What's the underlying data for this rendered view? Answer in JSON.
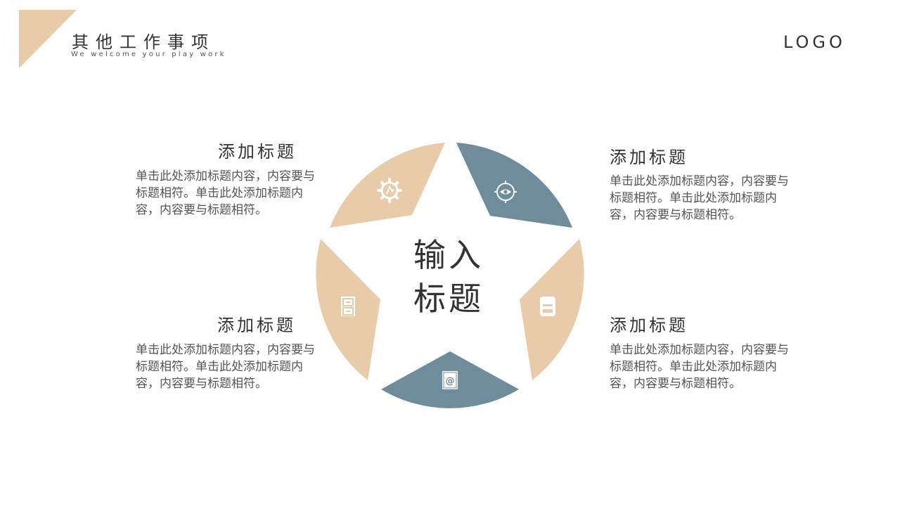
{
  "header": {
    "title": "其他工作事项",
    "subtitle": "We welcome your play  work",
    "logo": "LOGO"
  },
  "center": {
    "line1": "输入",
    "line2": "标题"
  },
  "blocks": [
    {
      "title": "添加标题",
      "text": "单击此处添加标题内容，内容要与标题相符。单击此处添加标题内容，内容要与标题相符。"
    },
    {
      "title": "添加标题",
      "text": "单击此处添加标题内容，内容要与标题相符。单击此处添加标题内容，内容要与标题相符。"
    },
    {
      "title": "添加标题",
      "text": "单击此处添加标题内容，内容要与标题相符。单击此处添加标题内容，内容要与标题相符。"
    },
    {
      "title": "添加标题",
      "text": "单击此处添加标题内容，内容要与标题相符。单击此处添加标题内容，内容要与标题相符。"
    }
  ],
  "segments": [
    {
      "icon": "gear-hand-icon",
      "color": "#E8CBA8"
    },
    {
      "icon": "eye-target-icon",
      "color": "#6E8C9A"
    },
    {
      "icon": "printer-icon",
      "color": "#E8CBA8"
    },
    {
      "icon": "at-book-icon",
      "color": "#6E8C9A"
    },
    {
      "icon": "filing-cabinet-icon",
      "color": "#E8CBA8"
    }
  ],
  "colors": {
    "accent": "#E8CBA8",
    "secondary": "#6E8C9A",
    "text": "#333333"
  }
}
